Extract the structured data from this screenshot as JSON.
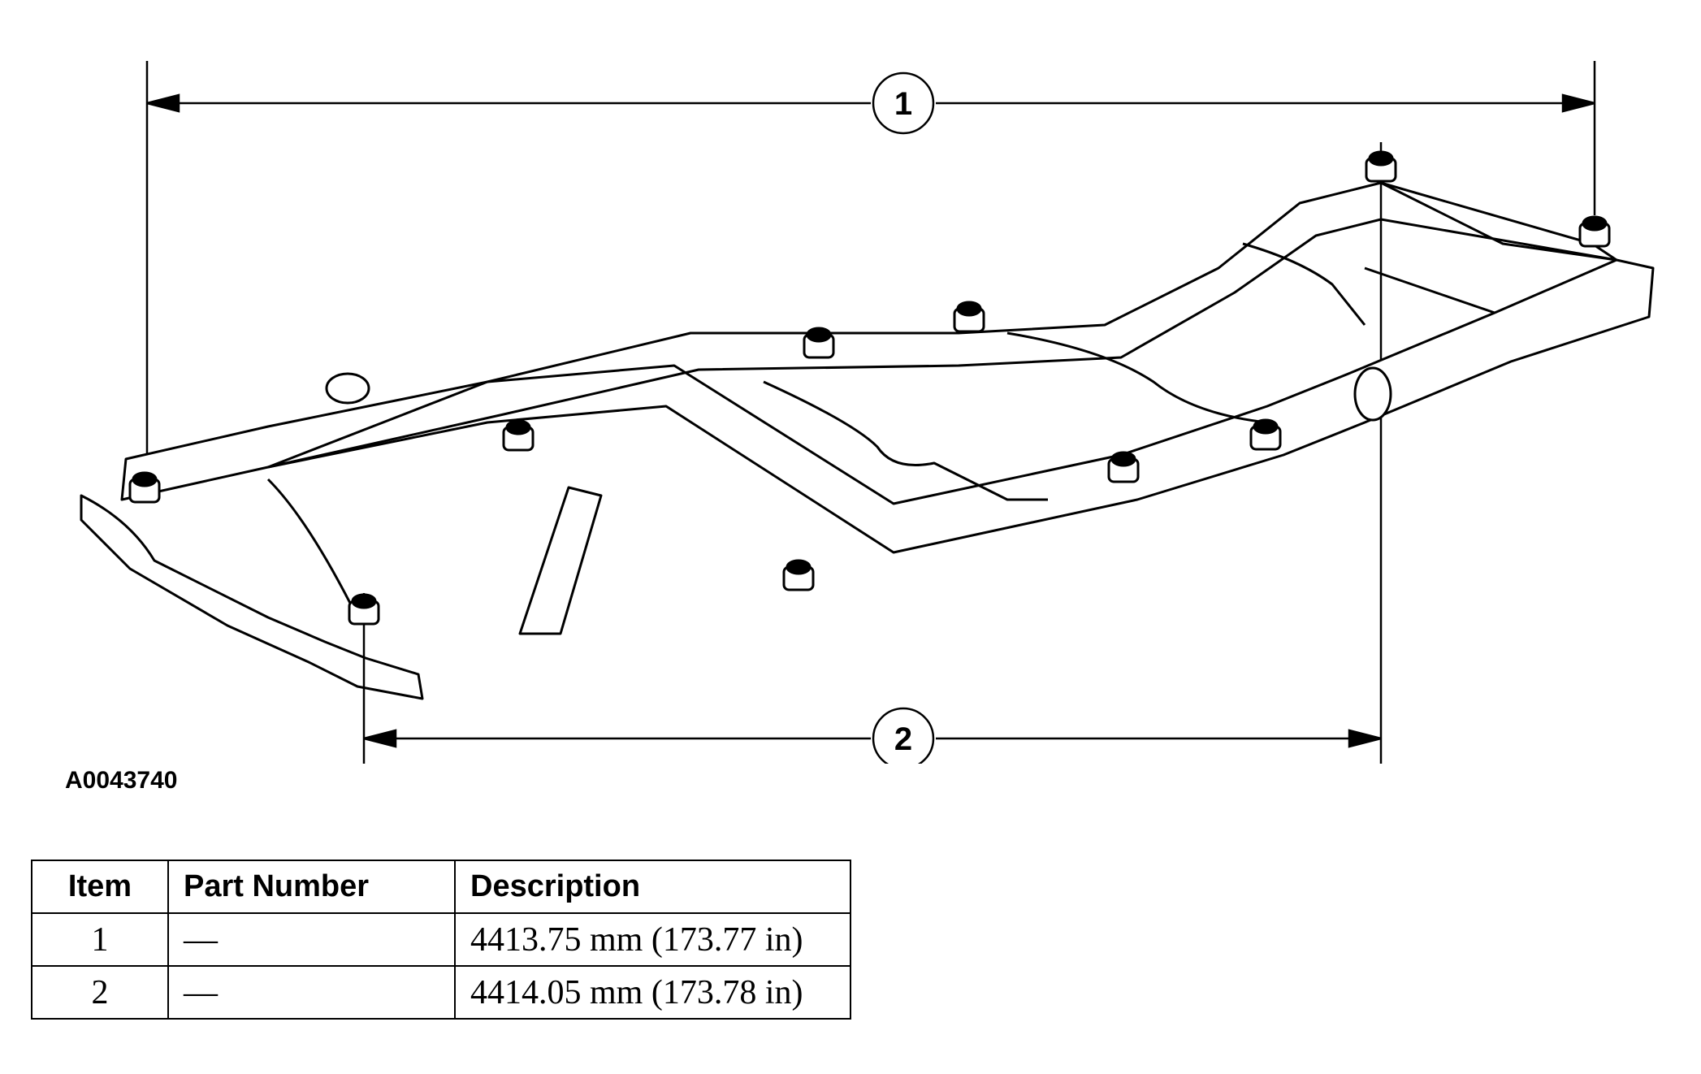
{
  "figure": {
    "id_label": "A0043740",
    "callouts": [
      {
        "number": "1"
      },
      {
        "number": "2"
      }
    ]
  },
  "table": {
    "headers": {
      "item": "Item",
      "part_number": "Part Number",
      "description": "Description"
    },
    "rows": [
      {
        "item": "1",
        "part_number": "—",
        "description": "4413.75 mm (173.77 in)"
      },
      {
        "item": "2",
        "part_number": "—",
        "description": "4414.05 mm (173.78 in)"
      }
    ]
  }
}
